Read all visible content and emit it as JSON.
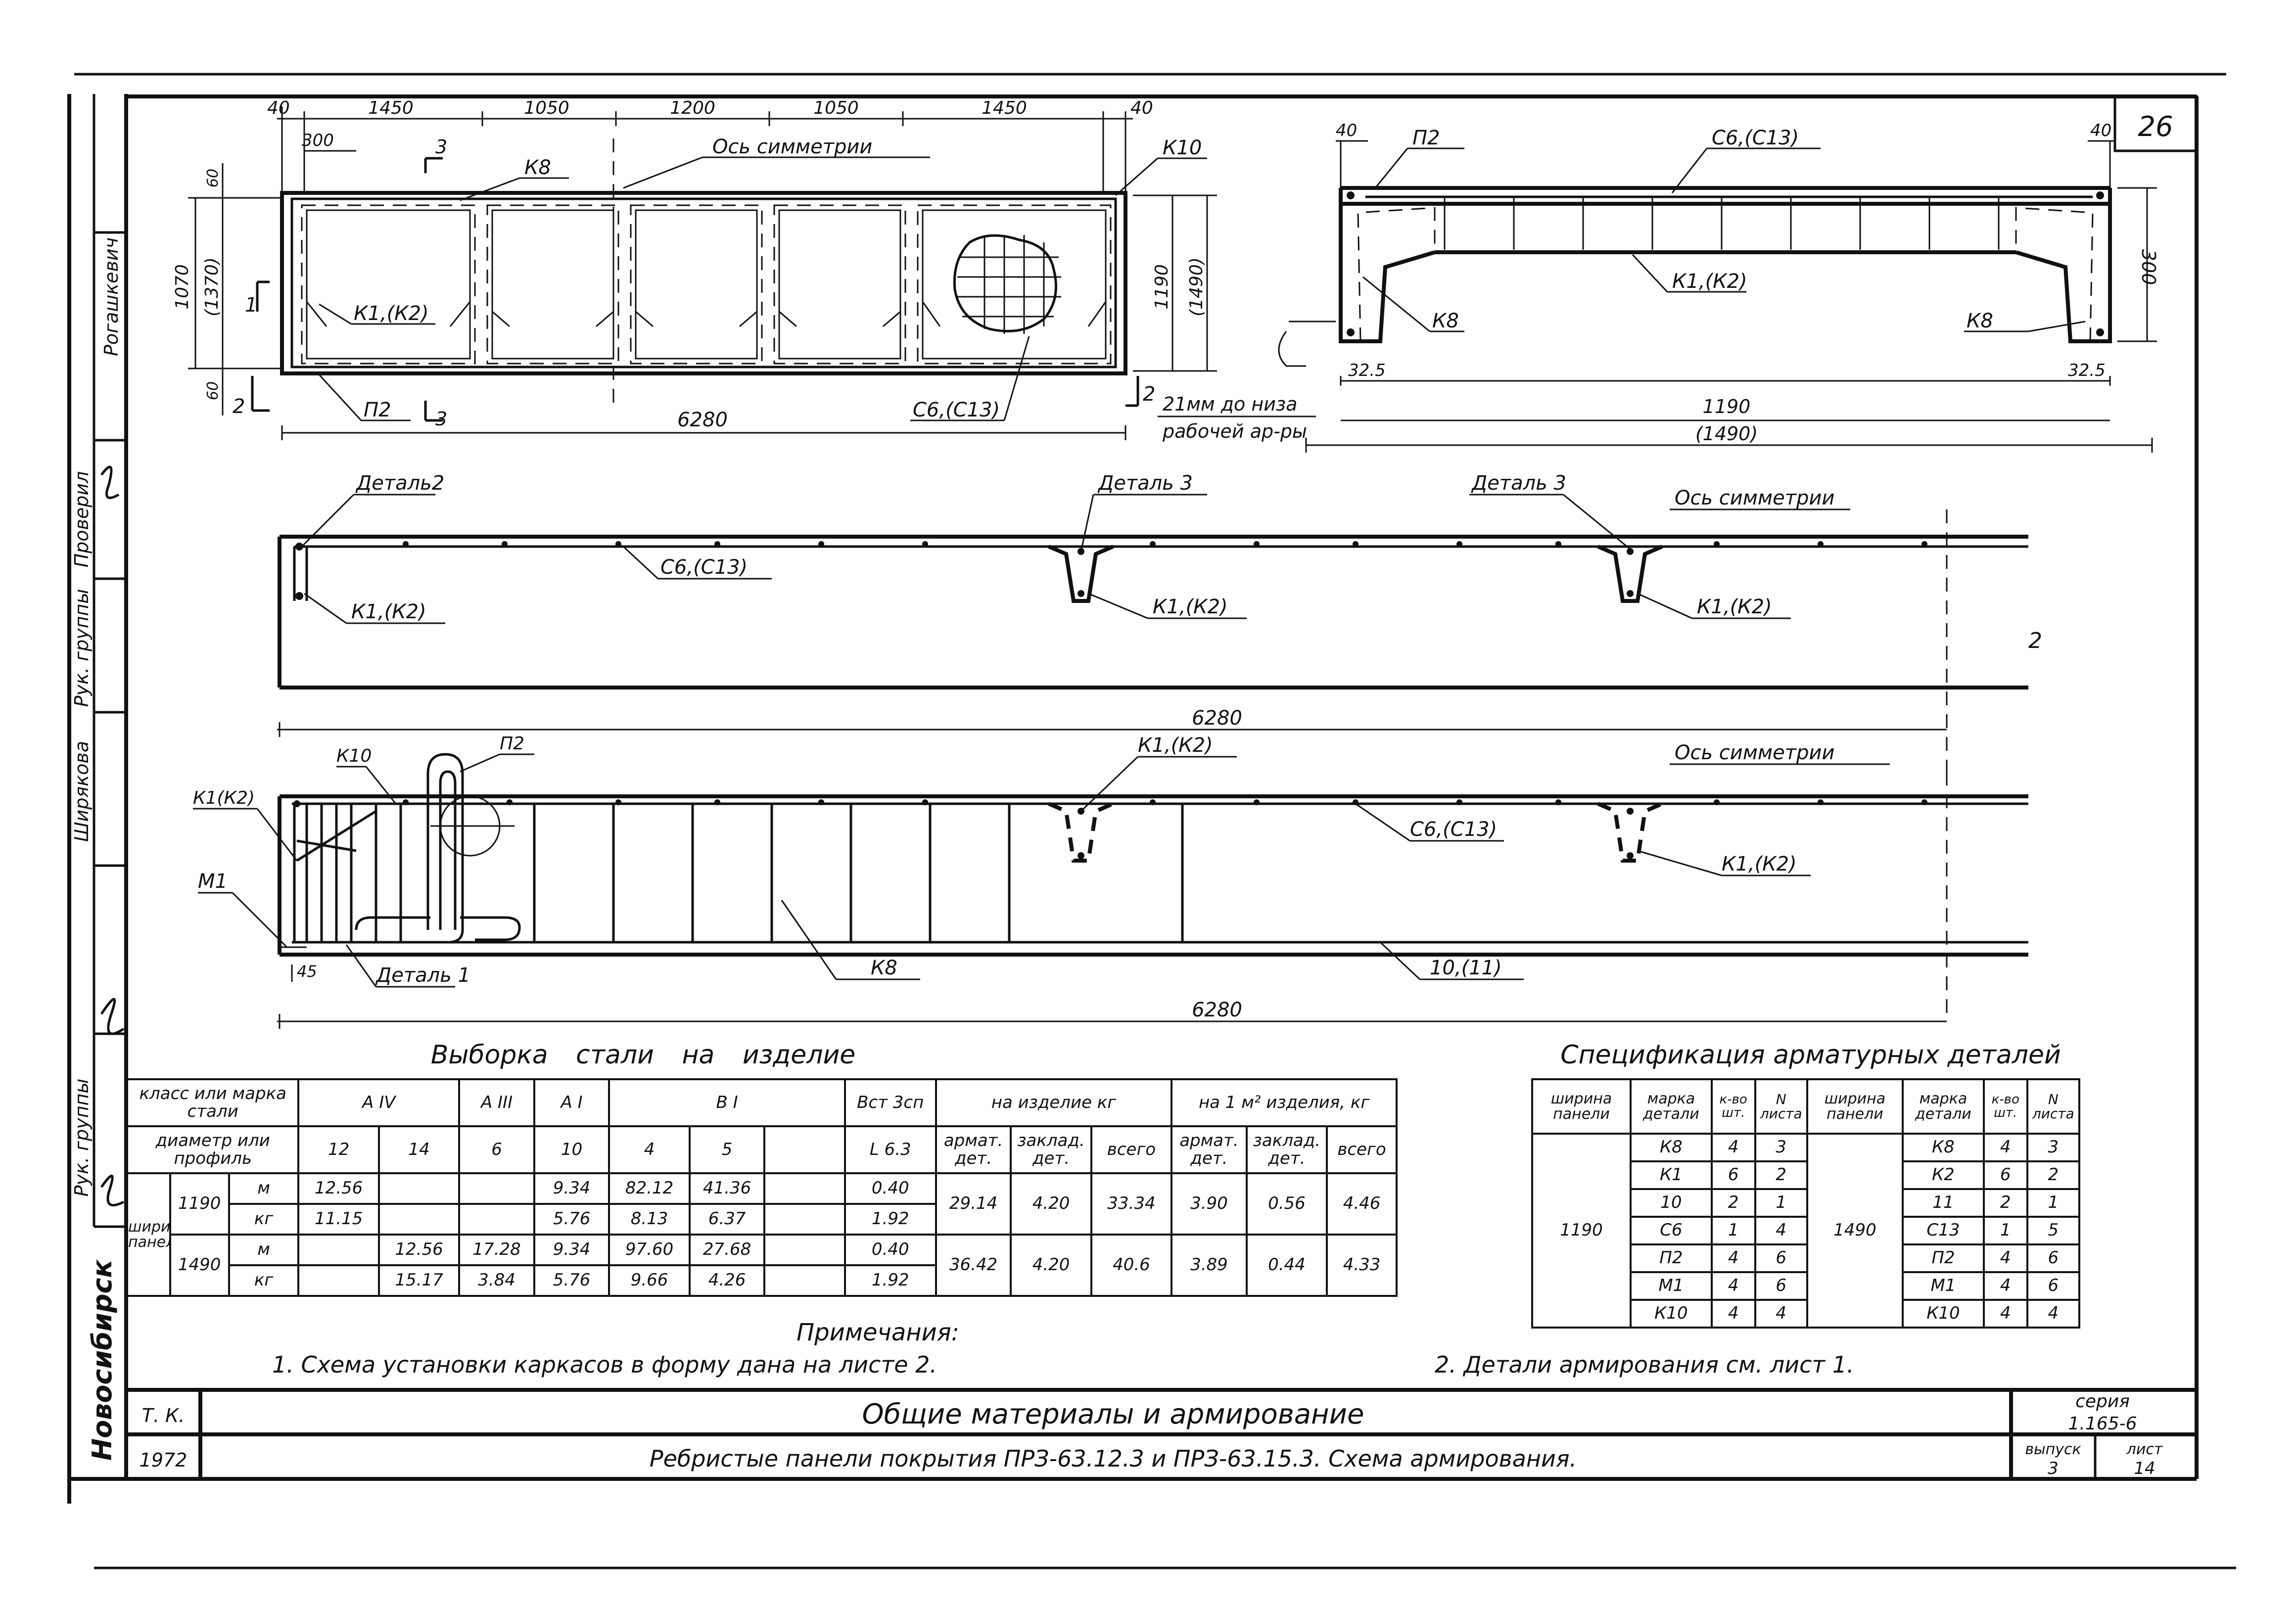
{
  "sheet_number": "26",
  "left_stamp": {
    "city": "Новосибирск",
    "rows": [
      "Рук. группы",
      "Ширякова",
      "Рук. группы",
      "Проверил",
      "Рогашкевич"
    ]
  },
  "plan": {
    "top_dims": [
      "40",
      "1450",
      "1050",
      "1200",
      "1050",
      "1450",
      "40"
    ],
    "dim_300": "300",
    "dim_60_top": "60",
    "dim_60_bot": "60",
    "height_1": "1070",
    "height_2": "(1370)",
    "height_3": "1190",
    "height_4": "(1490)",
    "total": "6280",
    "labels": {
      "k8": "К8",
      "k10": "К10",
      "k1k2": "К1,(К2)",
      "p2": "П2",
      "c6c13": "С6,(С13)",
      "axis": "Ось симметрии",
      "cut1": "1",
      "cut2": "2",
      "cut3": "3"
    }
  },
  "section": {
    "dims": {
      "d40l": "40",
      "d40r": "40",
      "d325l": "32.5",
      "d325r": "32.5",
      "w1": "1190",
      "w2": "(1490)",
      "h": "300"
    },
    "labels": {
      "p2": "П2",
      "c6c13": "С6,(С13)",
      "k1k2": "К1,(К2)",
      "k8l": "К8",
      "k8r": "К8",
      "note1": "21мм до низа",
      "note2": "рабочей ар-ры"
    }
  },
  "long1": {
    "labels": {
      "det2": "Деталь2",
      "det3a": "Деталь 3",
      "det3b": "Деталь 3",
      "axis": "Ось симметрии",
      "c6": "С6,(С13)",
      "k1a": "К1,(К2)",
      "k1b": "К1,(К2)",
      "k1c": "К1,(К2)"
    },
    "total": "6280",
    "cut": "2"
  },
  "long2": {
    "labels": {
      "k10": "К10",
      "p2": "П2",
      "k1k2l": "К1(К2)",
      "m1": "М1",
      "k1top": "К1,(К2)",
      "axis": "Ось симметрии",
      "c6": "С6,(С13)",
      "k1r": "К1,(К2)",
      "k8": "К8",
      "bar": "10,(11)",
      "det1": "Деталь 1",
      "d45": "45"
    },
    "total": "6280"
  },
  "steel": {
    "title": "Выборка стали на изделие",
    "h_class": "класс или марка стали",
    "h_diam": "диаметр или профиль",
    "h_aiv": "А IV",
    "h_aiii": "А III",
    "h_ai": "А I",
    "h_bi": "В I",
    "h_st": "Вст 3сп",
    "h_per_item": "на изделие кг",
    "h_per_m2": "на 1 м² изделия, кг",
    "d12": "12",
    "d14": "14",
    "d6": "6",
    "d10": "10",
    "d4": "4",
    "d5": "5",
    "dl63": "L 6.3",
    "h_armat": "армат. дет.",
    "h_zaklad": "заклад. дет.",
    "h_total": "всего",
    "h_width": "ширина панели",
    "rows": [
      {
        "width": "1190",
        "u": "м",
        "c12": "12.56",
        "c14": "",
        "c6": "",
        "c10": "9.34",
        "c4": "82.12",
        "c5": "41.36",
        "cx": "",
        "cl": "0.40"
      },
      {
        "width": "",
        "u": "кг",
        "c12": "11.15",
        "c14": "",
        "c6": "",
        "c10": "5.76",
        "c4": "8.13",
        "c5": "6.37",
        "cx": "",
        "cl": "1.92"
      },
      {
        "width": "1490",
        "u": "м",
        "c12": "",
        "c14": "12.56",
        "c6": "17.28",
        "c10": "9.34",
        "c4": "97.60",
        "c5": "27.68",
        "cx": "",
        "cl": "0.40"
      },
      {
        "width": "",
        "u": "кг",
        "c12": "",
        "c14": "15.17",
        "c6": "3.84",
        "c10": "5.76",
        "c4": "9.66",
        "c5": "4.26",
        "cx": "",
        "cl": "1.92"
      }
    ],
    "totals": [
      {
        "a": "29.14",
        "z": "4.20",
        "t": "33.34",
        "ma": "3.90",
        "mz": "0.56",
        "mt": "4.46"
      },
      {
        "a": "36.42",
        "z": "4.20",
        "t": "40.6",
        "ma": "3.89",
        "mz": "0.44",
        "mt": "4.33"
      }
    ]
  },
  "spec": {
    "title": "Спецификация арматурных деталей",
    "h_width": "ширина панели",
    "h_mark": "марка детали",
    "h_qty": "к-во шт.",
    "h_sheet": "N листа",
    "w1": "1190",
    "w2": "1490",
    "left": [
      [
        "К8",
        "4",
        "3"
      ],
      [
        "К1",
        "6",
        "2"
      ],
      [
        "10",
        "2",
        "1"
      ],
      [
        "С6",
        "1",
        "4"
      ],
      [
        "П2",
        "4",
        "6"
      ],
      [
        "М1",
        "4",
        "6"
      ],
      [
        "К10",
        "4",
        "4"
      ]
    ],
    "right": [
      [
        "К8",
        "4",
        "3"
      ],
      [
        "К2",
        "6",
        "2"
      ],
      [
        "11",
        "2",
        "1"
      ],
      [
        "С13",
        "1",
        "5"
      ],
      [
        "П2",
        "4",
        "6"
      ],
      [
        "М1",
        "4",
        "6"
      ],
      [
        "К10",
        "4",
        "4"
      ]
    ]
  },
  "notes": {
    "title": "Примечания:",
    "n1": "1. Схема установки каркасов в форму дана на листе 2.",
    "n2": "2. Детали армирования см. лист 1."
  },
  "title_block": {
    "tk": "Т. К.",
    "year": "1972",
    "title": "Общие материалы и армирование",
    "subtitle": "Ребристые панели покрытия ПРЗ-63.12.3 и ПРЗ-63.15.3. Схема армирования.",
    "series_label": "серия",
    "series": "1.165-6",
    "issue_label": "выпуск",
    "issue": "3",
    "sheet_label": "лист",
    "sheet": "14"
  }
}
